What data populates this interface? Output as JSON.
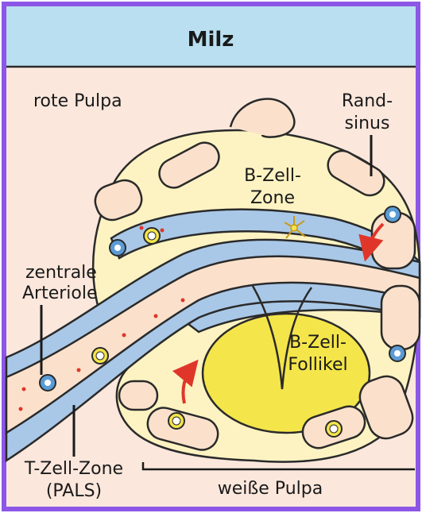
{
  "header": {
    "title": "Milz"
  },
  "labels": {
    "red_pulp": "rote Pulpa",
    "marginal_sinus_line1": "Rand-",
    "marginal_sinus_line2": "sinus",
    "b_zone_line1": "B-Zell-",
    "b_zone_line2": "Zone",
    "central_arteriole_line1": "zentrale",
    "central_arteriole_line2": "Arteriole",
    "b_follicle_line1": "B-Zell-",
    "b_follicle_line2": "Follikel",
    "t_zone_line1": "T-Zell-Zone",
    "t_zone_line2": "(PALS)",
    "white_pulp": "weiße Pulpa"
  },
  "colors": {
    "frame_border": "#8c57e6",
    "header_bg": "#b9dff0",
    "background": "#fbe7dc",
    "tissue_outline": "#2a2a2a",
    "white_pulp_fill": "#fdf3c2",
    "follicle_fill": "#f4e54a",
    "sinus_blue": "#a9c8e8",
    "trabecula_fill": "#fbe1cc",
    "arrow_red": "#e0362a"
  }
}
